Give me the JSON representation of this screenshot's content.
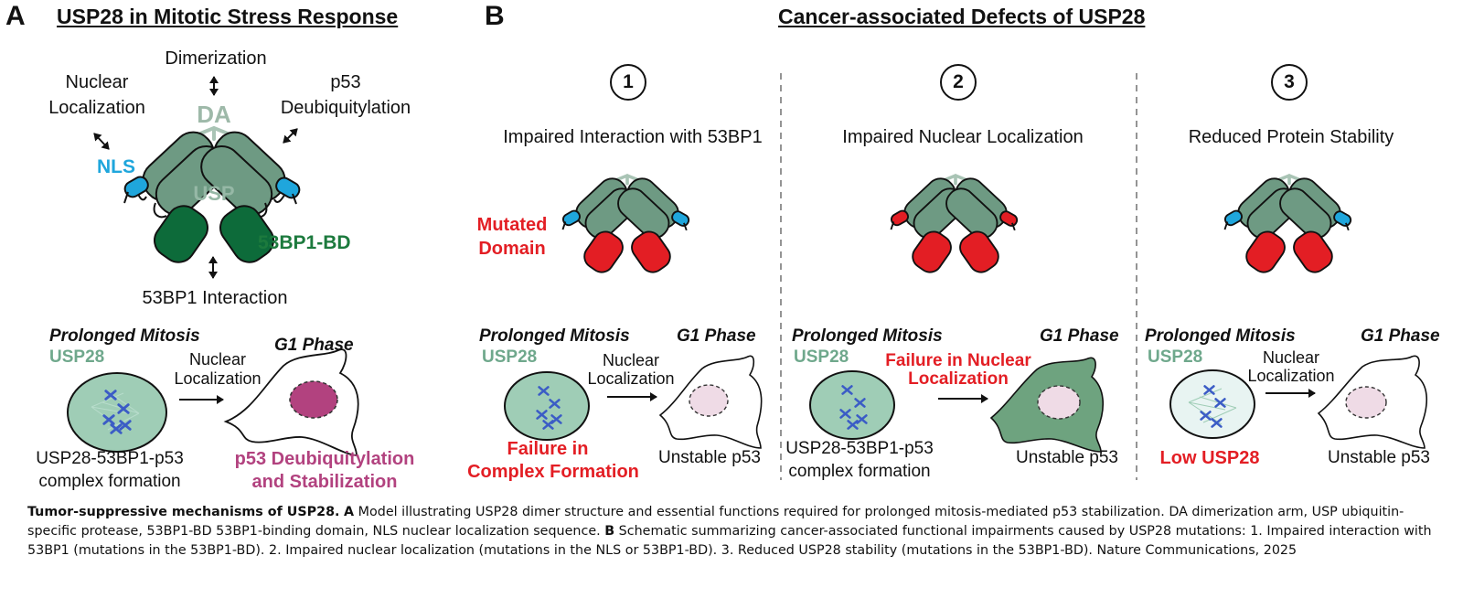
{
  "panel_a": {
    "letter": "A",
    "title": "USP28 in Mitotic Stress Response",
    "dimerization": "Dimerization",
    "nuclear_localization": [
      "Nuclear",
      "Localization"
    ],
    "p53_deubiquitylation": [
      "p53",
      "Deubiquitylation"
    ],
    "da": "DA",
    "nls": "NLS",
    "usp": "USP",
    "bd": "53BP1-BD",
    "interaction": "53BP1 Interaction",
    "prolonged": "Prolonged Mitosis",
    "usp28": "USP28",
    "arrow_label": [
      "Nuclear",
      "Localization"
    ],
    "g1": "G1 Phase",
    "complex": [
      "USP28-53BP1-p53",
      "complex formation"
    ],
    "p53_result": [
      "p53 Deubiquitylation",
      "and Stabilization"
    ]
  },
  "panel_b": {
    "letter": "B",
    "title": "Cancer-associated Defects of USP28",
    "mutated_domain": [
      "Mutated",
      "Domain"
    ],
    "columns": [
      {
        "number": "1",
        "heading": "Impaired Interaction with 53BP1",
        "prolonged": "Prolonged Mitosis",
        "usp28": "USP28",
        "arrow_label": [
          "Nuclear",
          "Localization"
        ],
        "g1": "G1 Phase",
        "left_note": [
          "Failure in",
          "Complex Formation"
        ],
        "right_note": "Unstable p53"
      },
      {
        "number": "2",
        "heading": "Impaired Nuclear Localization",
        "prolonged": "Prolonged Mitosis",
        "usp28": "USP28",
        "arrow_label": [
          "Failure in Nuclear",
          "Localization"
        ],
        "g1": "G1 Phase",
        "left_note": [
          "USP28-53BP1-p53",
          "complex formation"
        ],
        "right_note": "Unstable p53"
      },
      {
        "number": "3",
        "heading": "Reduced Protein Stability",
        "prolonged": "Prolonged Mitosis",
        "usp28": "USP28",
        "arrow_label": [
          "Nuclear",
          "Localization"
        ],
        "g1": "G1 Phase",
        "left_note": [
          "Low USP28"
        ],
        "right_note": "Unstable p53"
      }
    ]
  },
  "caption": {
    "bold": "Tumor-suppressive mechanisms of USP28.",
    "a_letter": "A",
    "a_text": "Model illustrating USP28 dimer structure and essential functions required for prolonged mitosis-mediated p53 stabilization. DA dimerization arm, USP ubiquitin-specific protease, 53BP1-BD 53BP1-binding domain, NLS nuclear localization sequence.",
    "b_letter": "B",
    "b_text": "Schematic summarizing cancer-associated functional impairments caused by USP28 mutations: 1. Impaired interaction with 53BP1 (mutations in the 53BP1-BD). 2. Impaired nuclear localization (mutations in the NLS or 53BP1-BD). 3. Reduced USP28 stability (mutations in the 53BP1-BD). Nature Communications, 2025"
  },
  "colors": {
    "usp_domain": "#6e9a83",
    "bd_domain": "#0d6b3a",
    "nls": "#1fa6dc",
    "mutated": "#e31e24",
    "nucleus_stable": "#b2427f",
    "nucleus_unstable": "#efdbe6",
    "mitotic_cell": "#9fcdb6",
    "mitotic_cell_low": "#e8f4f2",
    "chromosome": "#3b5cc6",
    "cell_failed": "#6ea37f"
  }
}
